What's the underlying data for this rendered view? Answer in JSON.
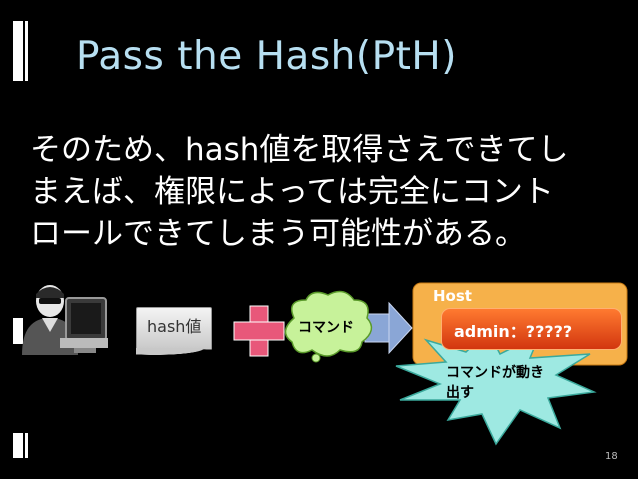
{
  "slide": {
    "title": "Pass the Hash(PtH)",
    "body_lines": [
      "そのため、hash値を取得さえできてし",
      "まえば、権限によっては完全にコント",
      "ロールできてしまう可能性がある。"
    ],
    "diagram": {
      "hash_label": "hash値",
      "command_cloud": "コマンド",
      "host_label": "Host",
      "admin_text": "admin：?????",
      "burst_lines": [
        "コマンドが動き",
        "出す"
      ]
    },
    "page_number": "18"
  },
  "colors": {
    "title": "#b7dff1",
    "plus": "#e8587a",
    "cloud": "#c7f29a",
    "burst": "#9ee9e2",
    "arrow": "#8aa6d6",
    "host": "#f6b14a",
    "admin": "#ef5a1f"
  }
}
